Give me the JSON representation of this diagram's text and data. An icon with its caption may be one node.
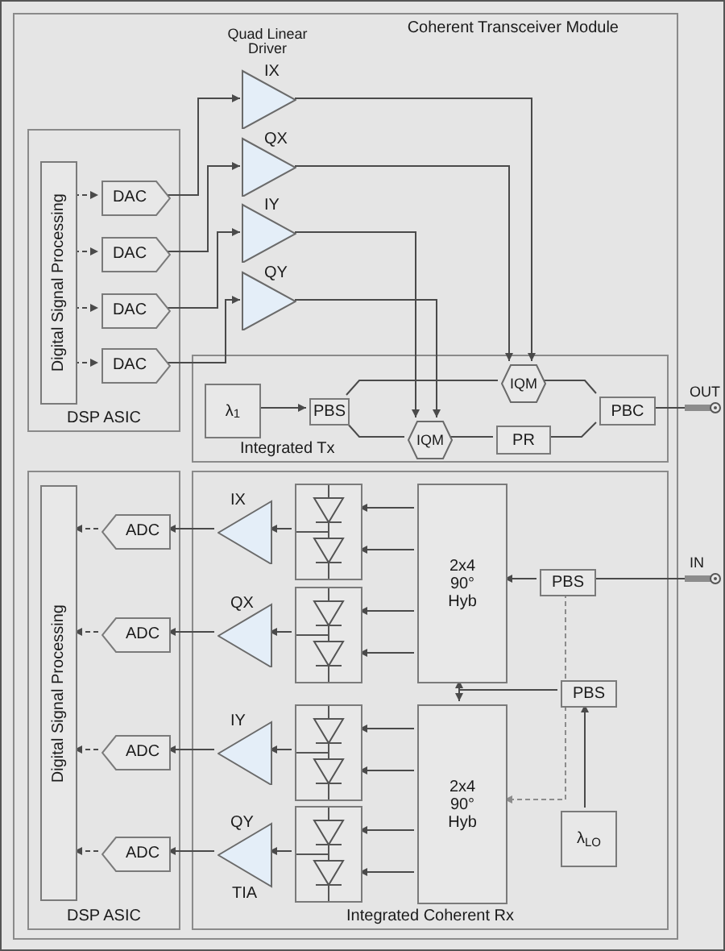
{
  "diagram": {
    "nodes": [
      {
        "text": [
          "Coherent Transceiver Module"
        ]
      },
      {
        "text": [
          "DSP ASIC"
        ],
        "in": 0
      },
      {
        "text": [
          "Digital Signal Processing"
        ],
        "in": 1
      },
      {
        "text": [
          "DAC"
        ],
        "in": 1
      },
      {
        "text": [
          "DAC"
        ],
        "in": 1
      },
      {
        "text": [
          "DAC"
        ],
        "in": 1
      },
      {
        "text": [
          "DAC"
        ],
        "in": 1
      },
      {
        "text": [
          "IX"
        ],
        "in": 0
      },
      {
        "text": [
          "QX"
        ],
        "in": 0
      },
      {
        "text": [
          "IY"
        ],
        "in": 0
      },
      {
        "text": [
          "QY"
        ],
        "in": 0
      },
      {
        "text": [
          "Integrated Tx"
        ],
        "in": 0
      },
      {
        "text": [
          "λ$_{1}$"
        ],
        "in": 11
      },
      {
        "text": [
          "PBS"
        ],
        "in": 11
      },
      {
        "text": [
          "IQM"
        ],
        "in": 11
      },
      {
        "text": [
          "IQM"
        ],
        "in": 11
      },
      {
        "text": [
          "PR"
        ],
        "in": 11
      },
      {
        "text": [
          "PBC"
        ],
        "in": 11
      },
      {
        "text": [
          "OUT"
        ]
      },
      {
        "text": [
          "DSP ASIC"
        ],
        "in": 0
      },
      {
        "text": [
          "Digital Signal Processing"
        ],
        "in": 19
      },
      {
        "text": [
          "ADC"
        ],
        "in": 19
      },
      {
        "text": [
          "ADC"
        ],
        "in": 19
      },
      {
        "text": [
          "ADC"
        ],
        "in": 19
      },
      {
        "text": [
          "ADC"
        ],
        "in": 19
      },
      {
        "text": [
          "Integrated Coherent Rx"
        ],
        "in": 0
      },
      {
        "text": [
          "IX"
        ],
        "in": 25
      },
      {
        "text": [
          "QX"
        ],
        "in": 25
      },
      {
        "text": [
          "IY"
        ],
        "in": 25
      },
      {
        "text": [
          "QY",
          "TIA"
        ],
        "in": 25
      },
      {
        "text": [],
        "shape": "box",
        "in": 25
      },
      {
        "text": [],
        "shape": "box",
        "in": 25
      },
      {
        "text": [],
        "shape": "box",
        "in": 25
      },
      {
        "text": [],
        "shape": "box",
        "in": 25
      },
      {
        "text": [
          "2x4 90° Hyb"
        ],
        "in": 25
      },
      {
        "text": [
          "2x4 90° Hyb"
        ],
        "in": 25
      },
      {
        "text": [
          "PBS"
        ],
        "in": 25
      },
      {
        "text": [
          "PBS"
        ],
        "in": 25
      },
      {
        "text": [
          "λ$_{LO}$"
        ],
        "in": 25
      },
      {
        "text": [
          "IN"
        ]
      }
    ],
    "edges": [
      {
        "from": 2,
        "to": 3,
        "arrow": "to",
        "style": "dashed"
      },
      {
        "from": 2,
        "to": 4,
        "arrow": "to",
        "style": "dashed"
      },
      {
        "from": 2,
        "to": 5,
        "arrow": "to",
        "style": "dashed"
      },
      {
        "from": 2,
        "to": 6,
        "arrow": "to",
        "style": "dashed"
      },
      {
        "from": 3,
        "to": 7,
        "arrow": "to"
      },
      {
        "from": 4,
        "to": 8,
        "arrow": "to"
      },
      {
        "from": 5,
        "to": 9,
        "arrow": "to"
      },
      {
        "from": 6,
        "to": 10,
        "arrow": "to"
      },
      {
        "from": 7,
        "to": 14,
        "arrow": "to"
      },
      {
        "from": 8,
        "to": 14,
        "arrow": "to"
      },
      {
        "from": 9,
        "to": 15,
        "arrow": "to"
      },
      {
        "from": 10,
        "to": 15,
        "arrow": "to"
      },
      {
        "from": 12,
        "to": 13,
        "arrow": "to"
      },
      {
        "from": 13,
        "to": 14,
        "arrow": "none"
      },
      {
        "from": 13,
        "to": 15,
        "arrow": "none"
      },
      {
        "from": 14,
        "to": 17,
        "arrow": "none"
      },
      {
        "from": 15,
        "to": 16,
        "arrow": "none"
      },
      {
        "from": 16,
        "to": 17,
        "arrow": "none"
      },
      {
        "from": 17,
        "to": 18,
        "arrow": "none"
      },
      {
        "from": 39,
        "to": 36,
        "arrow": "none"
      },
      {
        "from": 36,
        "to": 34,
        "arrow": "to"
      },
      {
        "from": 37,
        "to": 34,
        "arrow": "to"
      },
      {
        "from": 37,
        "to": 35,
        "arrow": "to"
      },
      {
        "from": 38,
        "to": 37,
        "arrow": "to"
      },
      {
        "from": 36,
        "to": 35,
        "arrow": "to",
        "style": "dashed",
        "color": "#8c8c8c"
      },
      {
        "from": 34,
        "to": 30,
        "arrow": "to"
      },
      {
        "from": 34,
        "to": 30,
        "arrow": "to"
      },
      {
        "from": 34,
        "to": 31,
        "arrow": "to"
      },
      {
        "from": 34,
        "to": 31,
        "arrow": "to"
      },
      {
        "from": 35,
        "to": 32,
        "arrow": "to"
      },
      {
        "from": 35,
        "to": 32,
        "arrow": "to"
      },
      {
        "from": 35,
        "to": 33,
        "arrow": "to"
      },
      {
        "from": 35,
        "to": 33,
        "arrow": "to"
      },
      {
        "from": 30,
        "to": 26,
        "arrow": "to"
      },
      {
        "from": 31,
        "to": 27,
        "arrow": "to"
      },
      {
        "from": 32,
        "to": 28,
        "arrow": "to"
      },
      {
        "from": 33,
        "to": 29,
        "arrow": "to"
      },
      {
        "from": 26,
        "to": 21,
        "arrow": "to"
      },
      {
        "from": 27,
        "to": 22,
        "arrow": "to"
      },
      {
        "from": 28,
        "to": 23,
        "arrow": "to"
      },
      {
        "from": 29,
        "to": 24,
        "arrow": "to"
      },
      {
        "from": 21,
        "to": 20,
        "arrow": "to",
        "style": "dashed"
      },
      {
        "from": 22,
        "to": 20,
        "arrow": "to",
        "style": "dashed"
      },
      {
        "from": 23,
        "to": 20,
        "arrow": "to",
        "style": "dashed"
      },
      {
        "from": 24,
        "to": 20,
        "arrow": "to",
        "style": "dashed"
      }
    ],
    "labels": [
      "Quad Linear Driver"
    ]
  }
}
